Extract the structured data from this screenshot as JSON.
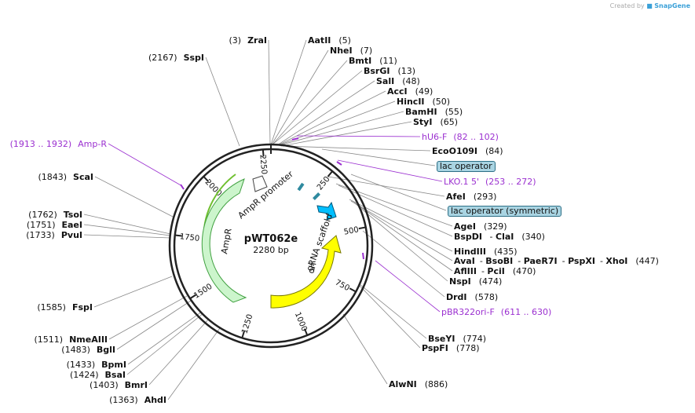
{
  "header": {
    "created_by": "Created by",
    "brand": "SnapGene"
  },
  "plasmid": {
    "name": "pWT062e",
    "length_label": "2280 bp",
    "total": 2280
  },
  "ticks": [
    "250",
    "500",
    "750",
    "1000",
    "1250",
    "1500",
    "1750",
    "2000",
    "2250"
  ],
  "features": [
    {
      "name": "gRNA scaffold",
      "color": "#00bfff"
    },
    {
      "name": "ori",
      "color": "#ffff00"
    },
    {
      "name": "AmpR",
      "color": "#ccf5cc"
    },
    {
      "name": "AmpR promoter",
      "color": "#ffffff"
    }
  ],
  "enzymes_right": [
    {
      "name": "AatII",
      "pos": "(5)"
    },
    {
      "name": "NheI",
      "pos": "(7)"
    },
    {
      "name": "BmtI",
      "pos": "(11)"
    },
    {
      "name": "BsrGI",
      "pos": "(13)"
    },
    {
      "name": "SalI",
      "pos": "(48)"
    },
    {
      "name": "AccI",
      "pos": "(49)"
    },
    {
      "name": "HincII",
      "pos": "(50)"
    },
    {
      "name": "BamHI",
      "pos": "(55)"
    },
    {
      "name": "StyI",
      "pos": "(65)"
    },
    {
      "name": "EcoO109I",
      "pos": "(84)"
    },
    {
      "name": "AfeI",
      "pos": "(293)"
    },
    {
      "name": "AgeI",
      "pos": "(329)"
    },
    {
      "name": "BspDI",
      "sep": "-",
      "name2": "ClaI",
      "pos": "(340)"
    },
    {
      "name": "HindIII",
      "pos": "(435)"
    },
    {
      "name": "DrdI",
      "pos": "(578)"
    },
    {
      "name": "BseYI",
      "pos": "(774)"
    },
    {
      "name": "PspFI",
      "pos": "(778)"
    },
    {
      "name": "AlwNI",
      "pos": "(886)"
    }
  ],
  "multi_enzymes": [
    {
      "names": [
        "AvaI",
        "BsoBI",
        "PaeR7I",
        "PspXI",
        "XhoI"
      ],
      "pos": "(447)"
    },
    {
      "names": [
        "AflIII",
        "PciI"
      ],
      "pos": "(470)"
    },
    {
      "names": [
        "NspI"
      ],
      "pos": "(474)"
    }
  ],
  "enzymes_left": [
    {
      "name": "ZraI",
      "pos": "(3)"
    },
    {
      "name": "SspI",
      "pos": "(2167)"
    },
    {
      "name": "ScaI",
      "pos": "(1843)"
    },
    {
      "name": "TsoI",
      "pos": "(1762)"
    },
    {
      "name": "EaeI",
      "pos": "(1751)"
    },
    {
      "name": "PvuI",
      "pos": "(1733)"
    },
    {
      "name": "FspI",
      "pos": "(1585)"
    },
    {
      "name": "NmeAIII",
      "pos": "(1511)"
    },
    {
      "name": "BglI",
      "pos": "(1483)"
    },
    {
      "name": "BpmI",
      "pos": "(1433)"
    },
    {
      "name": "BsaI",
      "pos": "(1424)"
    },
    {
      "name": "BmrI",
      "pos": "(1403)"
    },
    {
      "name": "AhdI",
      "pos": "(1363)"
    }
  ],
  "primers": [
    {
      "name": "hU6-F",
      "range": "(82 .. 102)"
    },
    {
      "name": "LKO.1 5'",
      "range": "(253 .. 272)"
    },
    {
      "name": "pBR322ori-F",
      "range": "(611 .. 630)"
    },
    {
      "name": "Amp-R",
      "range": "(1913 .. 1932)"
    }
  ],
  "misc_features": [
    {
      "name": "lac operator"
    },
    {
      "name": "lac operator (symmetric)"
    }
  ]
}
